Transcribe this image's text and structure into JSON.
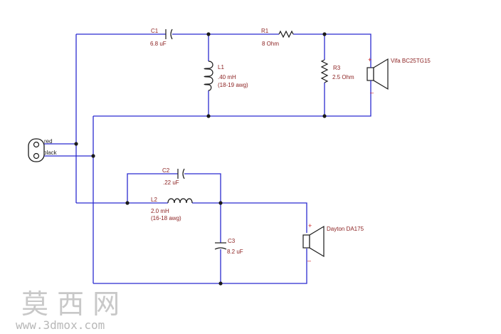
{
  "terminals": {
    "red": "red",
    "black": "black"
  },
  "tweeter_section": {
    "c1": {
      "name": "C1",
      "value": "6.8 uF"
    },
    "l1": {
      "name": "L1",
      "value": ".40 mH",
      "gauge": "(18-19 awg)"
    },
    "r1": {
      "name": "R1",
      "value": "8 Ohm"
    },
    "r3": {
      "name": "R3",
      "value": "2.5 Ohm"
    },
    "speaker": {
      "name": "Vifa BC25TG15",
      "plus": "+",
      "minus": "–"
    }
  },
  "woofer_section": {
    "c2": {
      "name": "C2",
      "value": ".22 uF"
    },
    "l2": {
      "name": "L2",
      "value": "2.0 mH",
      "gauge": "(16-18 awg)"
    },
    "c3": {
      "name": "C3",
      "value": "8.2 uF"
    },
    "speaker": {
      "name": "Dayton DA175",
      "plus": "+",
      "minus": "–"
    }
  },
  "watermark": {
    "chinese": "莫 西 网",
    "url": "www.3dmox.com"
  },
  "colors": {
    "wire": "#2b2bd0",
    "label": "#8a1f1f",
    "polarity": "#cc2222"
  }
}
